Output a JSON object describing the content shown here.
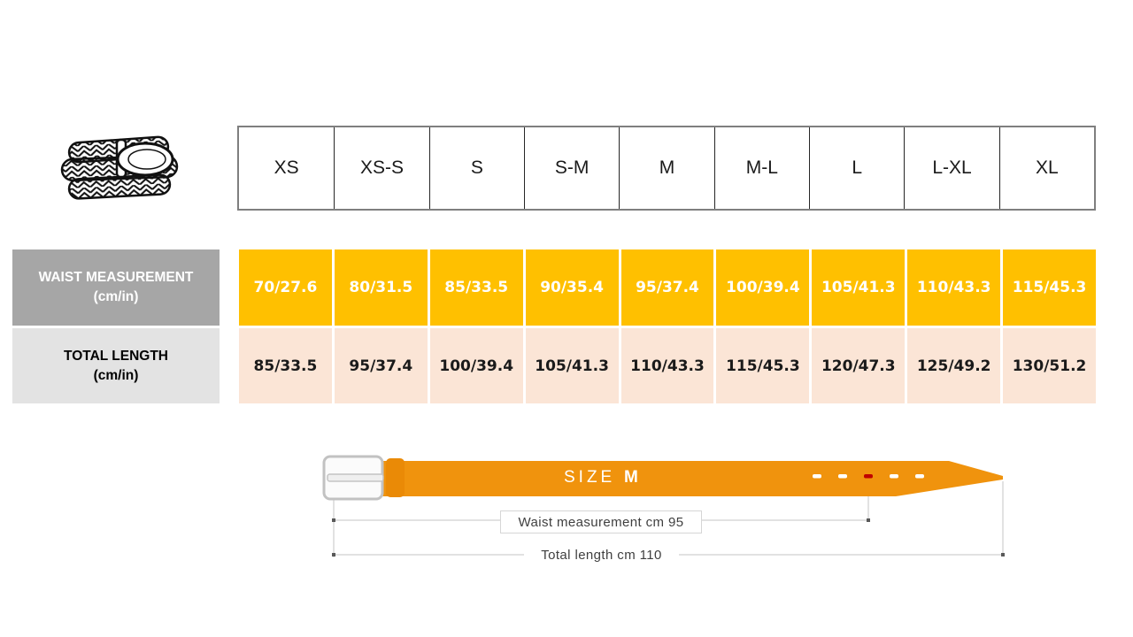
{
  "table": {
    "sizes": [
      "XS",
      "XS-S",
      "S",
      "S-M",
      "M",
      "M-L",
      "L",
      "L-XL",
      "XL"
    ],
    "rows": [
      {
        "label": "WAIST MEASUREMENT",
        "unit": "(cm/in)",
        "values": [
          "70/27.6",
          "80/31.5",
          "85/33.5",
          "90/35.4",
          "95/37.4",
          "100/39.4",
          "105/41.3",
          "110/43.3",
          "115/45.3"
        ]
      },
      {
        "label": "TOTAL LENGTH",
        "unit": "(cm/in)",
        "values": [
          "85/33.5",
          "95/37.4",
          "100/39.4",
          "105/41.3",
          "110/43.3",
          "115/45.3",
          "120/47.3",
          "125/49.2",
          "130/51.2"
        ]
      }
    ]
  },
  "diagram": {
    "size_word": "SIZE",
    "size_value": "M",
    "waist_annotation": "Waist measurement cm 95",
    "length_annotation": "Total length cm 110",
    "holes_count": "5"
  },
  "colors": {
    "waist_row_bg": "#ffc000",
    "total_row_bg": "#fbe5d6",
    "waist_label_bg": "#a6a6a6",
    "total_label_bg": "#e3e3e3",
    "belt_strap": "#f0930d",
    "belt_keeper": "#ea8a06",
    "highlight_hole": "#c00000",
    "measure_line": "#c6c6c6"
  }
}
